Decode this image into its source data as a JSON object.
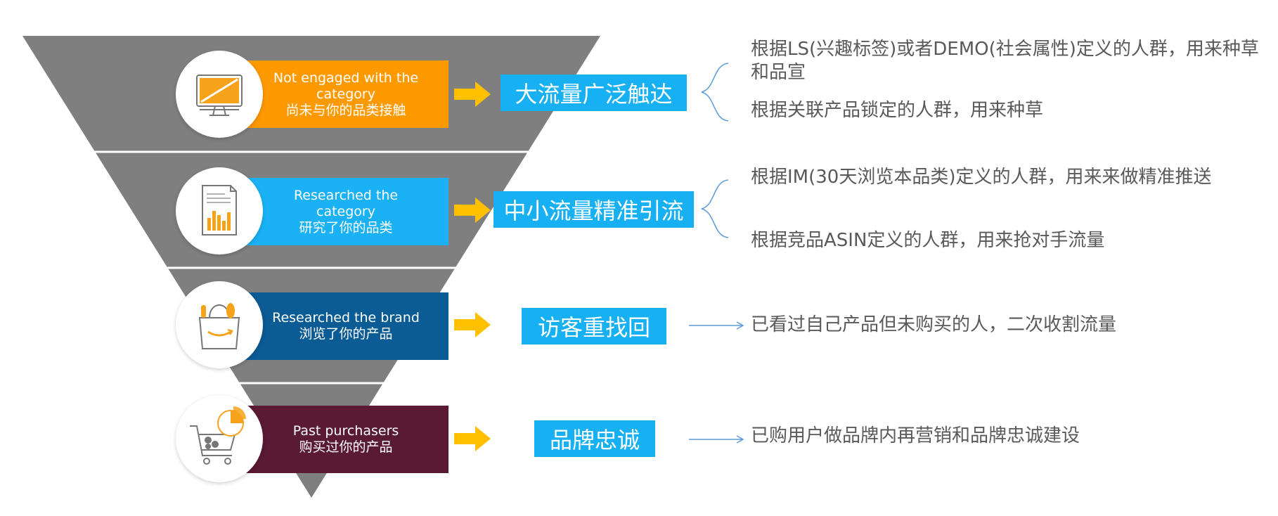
{
  "colors": {
    "funnel": "#7f7f7f",
    "tier1": "#ff9900",
    "tier2": "#1ab2f5",
    "tier3": "#0b5b94",
    "tier4": "#5a1a33",
    "tag": "#17b0f2",
    "arrow": "#ffc000",
    "connector": "#5b9bd5"
  },
  "tiers": [
    {
      "en": "Not engaged with the category",
      "cn": "尚未与你的品类接触",
      "icon": "monitor-icon",
      "tag": "大流量广泛触达",
      "descriptions": [
        "根据LS(兴趣标签)或者DEMO(社会属性)定义的人群，用来种草和品宣",
        "根据关联产品锁定的人群，用来种草"
      ]
    },
    {
      "en": "Researched the category",
      "cn": "研究了你的品类",
      "icon": "report-chart-icon",
      "tag": "中小流量精准引流",
      "descriptions": [
        "根据IM(30天浏览本品类)定义的人群，用来来做精准推送",
        "根据竞品ASIN定义的人群，用来抢对手流量"
      ]
    },
    {
      "en": "Researched the brand",
      "cn": "浏览了你的产品",
      "icon": "shopping-bag-icon",
      "tag": "访客重找回",
      "descriptions": [
        "已看过自己产品但未购买的人，二次收割流量"
      ]
    },
    {
      "en": "Past purchasers",
      "cn": "购买过你的产品",
      "icon": "cart-pie-icon",
      "tag": "品牌忠诚",
      "descriptions": [
        "已购用户做品牌内再营销和品牌忠诚建设"
      ]
    }
  ]
}
